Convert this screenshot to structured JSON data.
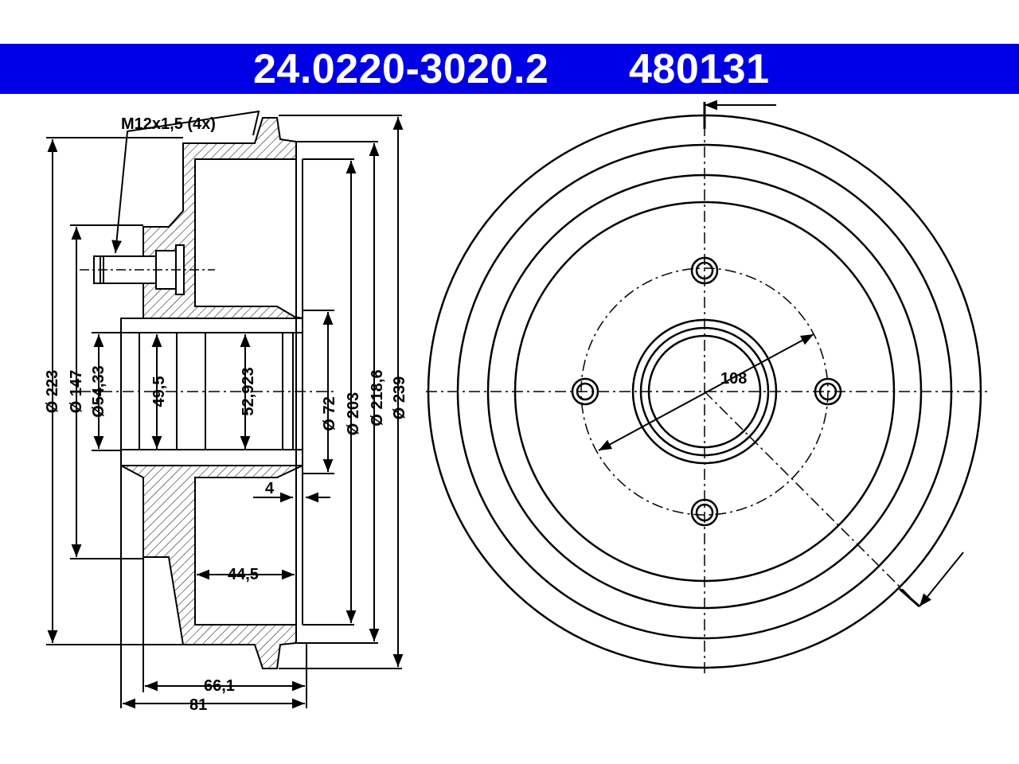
{
  "header": {
    "part_number": "24.0220-3020.2",
    "ref_number": "480131",
    "background": "#0000e6",
    "text_color": "#ffffff"
  },
  "side_view": {
    "thread_label": "M12x1,5 (4x)",
    "dims": {
      "d223": "Ø 223",
      "d147": "Ø 147",
      "d54": "Ø54,33",
      "d495": "49,5",
      "d52923": "52,923",
      "d72": "Ø 72",
      "d203": "Ø 203",
      "d2186": "Ø 218,6",
      "d239": "Ø 239",
      "d4": "4",
      "d445": "44,5",
      "d661": "66,1",
      "d81": "81"
    }
  },
  "front_view": {
    "bolt_circle": "108"
  }
}
